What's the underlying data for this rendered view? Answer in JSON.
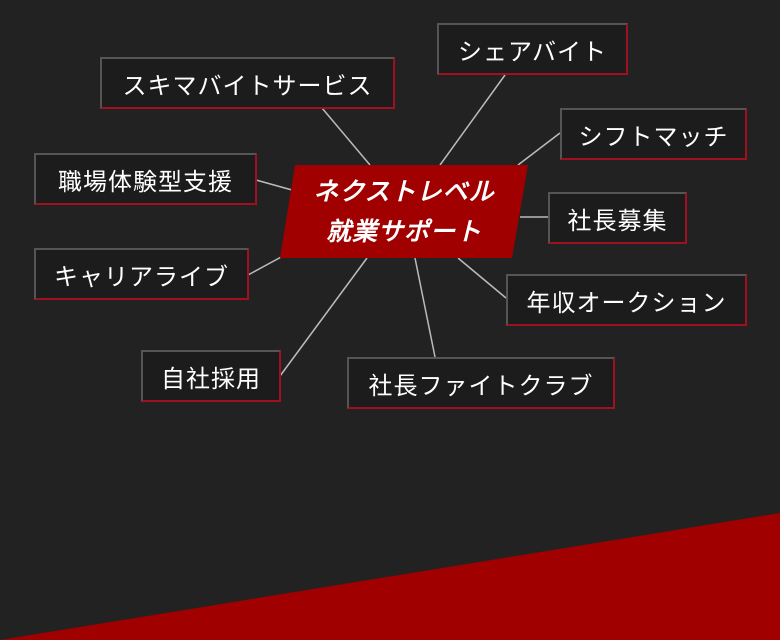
{
  "colors": {
    "background": "#222222",
    "accent": "#a00000",
    "node_bg": "#1c1c1c"
  },
  "center": {
    "line1": "ネクストレベル",
    "line2": "就業サポート"
  },
  "nodes": [
    {
      "label": "スキマバイトサービス"
    },
    {
      "label": "シェアバイト"
    },
    {
      "label": "シフトマッチ"
    },
    {
      "label": "職場体験型支援"
    },
    {
      "label": "社長募集"
    },
    {
      "label": "キャリアライブ"
    },
    {
      "label": "年収オークション"
    },
    {
      "label": "自社採用"
    },
    {
      "label": "社長ファイトクラブ"
    }
  ]
}
